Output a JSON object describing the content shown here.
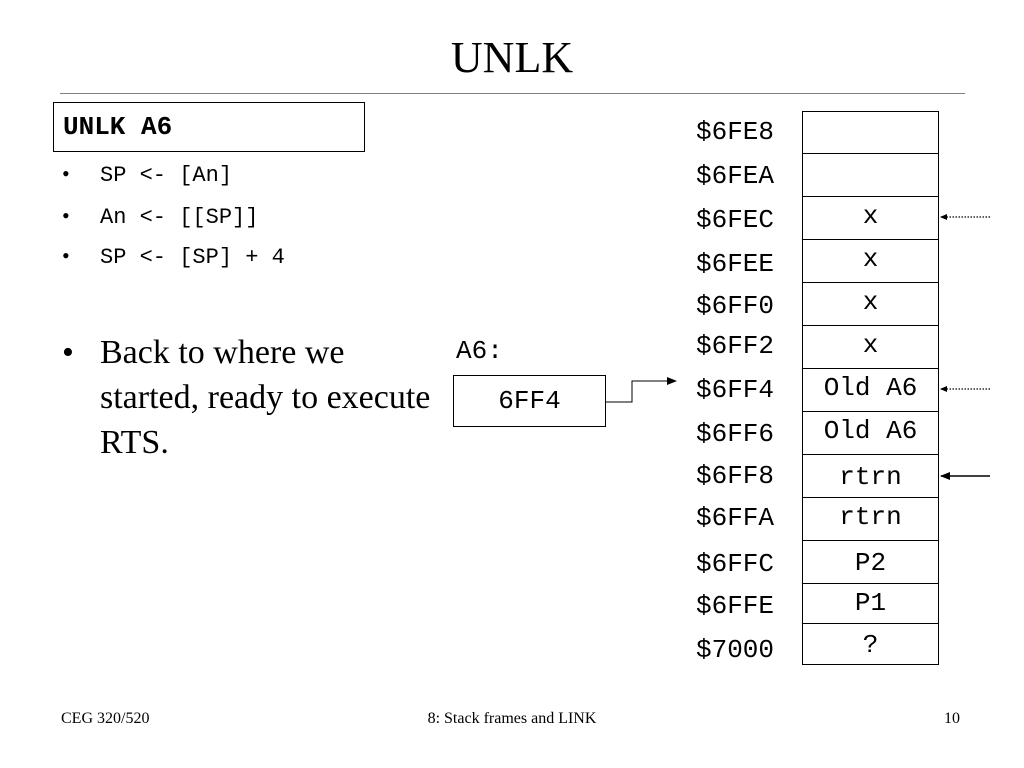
{
  "slide": {
    "title": "UNLK",
    "instruction": "UNLK A6",
    "operations": [
      "SP <- [An]",
      "An <- [[SP]]",
      "SP <- [SP] + 4"
    ],
    "bullet": "•",
    "note": "Back to where we started, ready to execute RTS."
  },
  "register": {
    "label": "A6:",
    "value": "6FF4"
  },
  "stack": [
    {
      "address": "$6FE8",
      "content": ""
    },
    {
      "address": "$6FEA",
      "content": ""
    },
    {
      "address": "$6FEC",
      "content": "x"
    },
    {
      "address": "$6FEE",
      "content": "x"
    },
    {
      "address": "$6FF0",
      "content": "x"
    },
    {
      "address": "$6FF2",
      "content": "x"
    },
    {
      "address": "$6FF4",
      "content": "Old A6"
    },
    {
      "address": "$6FF6",
      "content": "Old A6"
    },
    {
      "address": "$6FF8",
      "content": "rtrn"
    },
    {
      "address": "$6FFA",
      "content": "rtrn"
    },
    {
      "address": "$6FFC",
      "content": "P2"
    },
    {
      "address": "$6FFE",
      "content": "P1"
    },
    {
      "address": "$7000",
      "content": "?"
    }
  ],
  "footer": {
    "left": "CEG 320/520",
    "center": "8: Stack frames and LINK",
    "right": "10"
  }
}
